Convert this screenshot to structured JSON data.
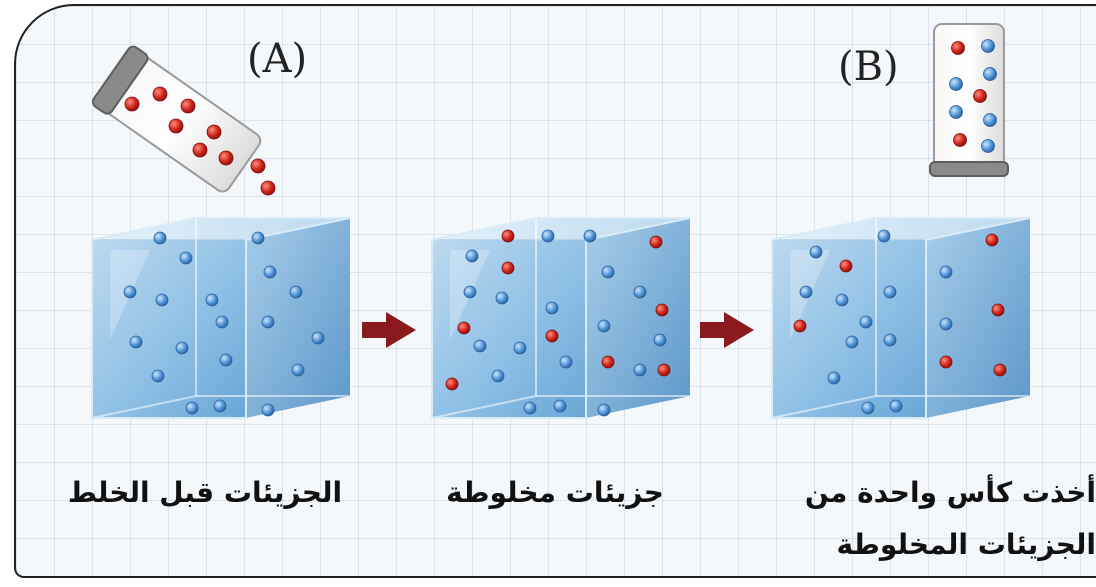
{
  "labels": {
    "a": "(A)",
    "b": "(B)"
  },
  "captions": {
    "unmixed": "الجزيئات قبل الخلط",
    "mixed": "جزيئات مخلوطة",
    "sample_line1": "أخذت كأس واحدة من",
    "sample_line2": "الجزيئات المخلوطة"
  },
  "colors": {
    "red_molecule": "#d0241c",
    "blue_molecule": "#4f95d8",
    "arrow": "#8b1a1f",
    "frame_border": "#222222"
  }
}
